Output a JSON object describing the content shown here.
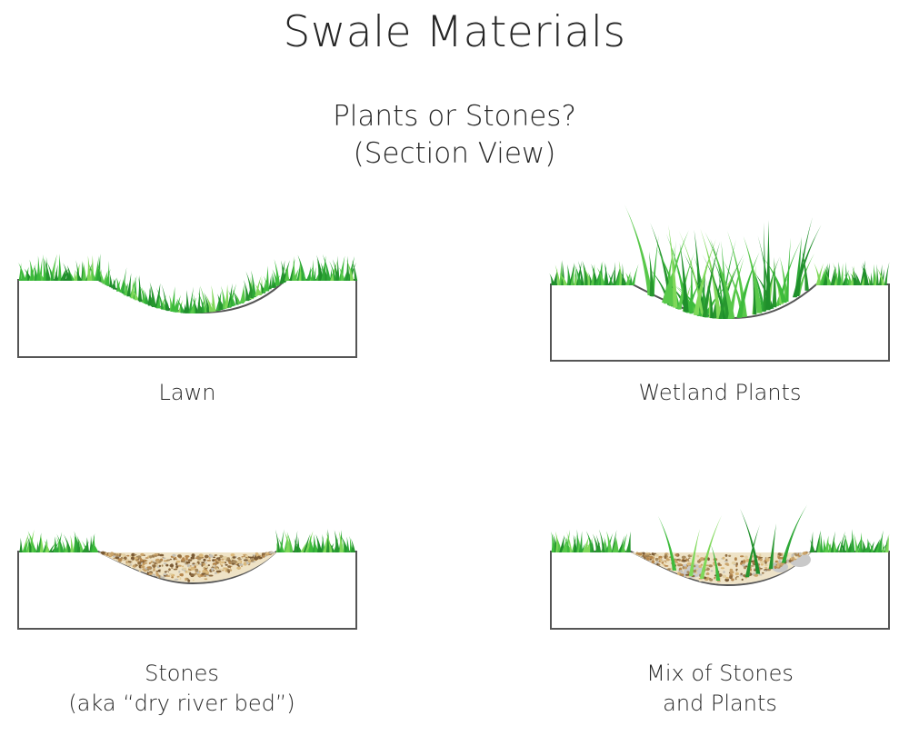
{
  "title": "Swale Materials",
  "subtitle": {
    "line1": "Plants or Stones?",
    "line2": "(Section View)"
  },
  "panels": [
    {
      "id": "lawn",
      "caption_lines": [
        "Lawn"
      ],
      "fill": "grass"
    },
    {
      "id": "wetland",
      "caption_lines": [
        "Wetland Plants"
      ],
      "fill": "wetland"
    },
    {
      "id": "stones",
      "caption_lines": [
        "Stones",
        "(aka “dry river bed”)"
      ],
      "fill": "stones"
    },
    {
      "id": "mix",
      "caption_lines": [
        "Mix of Stones",
        "and Plants"
      ],
      "fill": "mix"
    }
  ],
  "colors": {
    "grass_dark": "#1e8f2a",
    "grass_light": "#6fd14a",
    "outline": "#555555",
    "stone_tan": "#d8c39a"
  }
}
